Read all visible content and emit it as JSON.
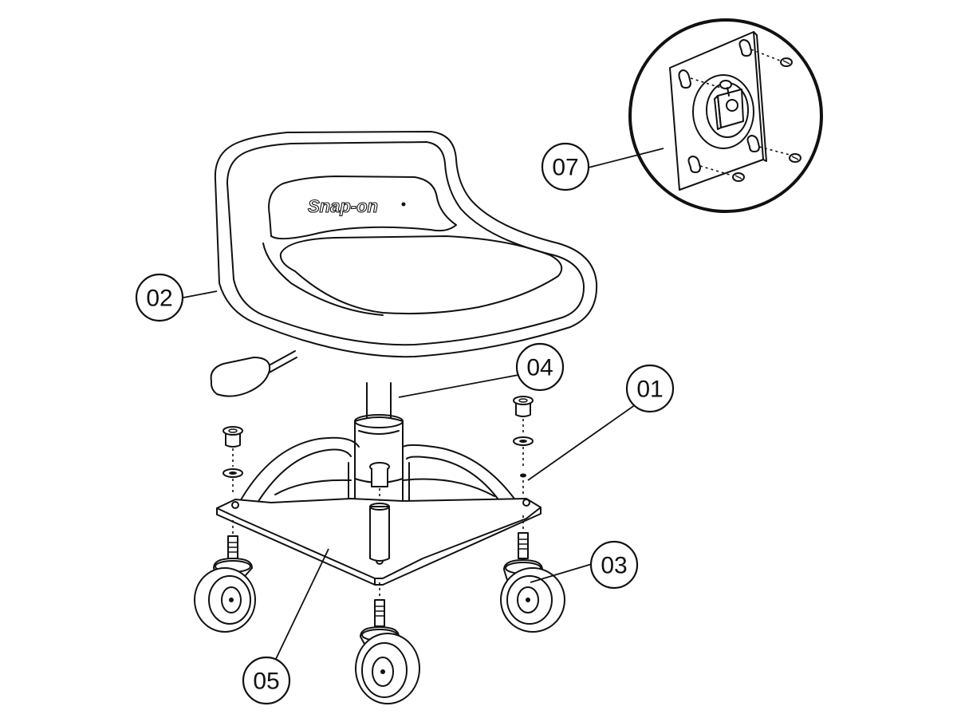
{
  "callouts": [
    {
      "id": "01",
      "label": "01"
    },
    {
      "id": "02",
      "label": "02"
    },
    {
      "id": "03",
      "label": "03"
    },
    {
      "id": "04",
      "label": "04"
    },
    {
      "id": "05",
      "label": "05"
    },
    {
      "id": "07",
      "label": "07"
    }
  ],
  "seat": {
    "logo_text": "Snap-on"
  }
}
